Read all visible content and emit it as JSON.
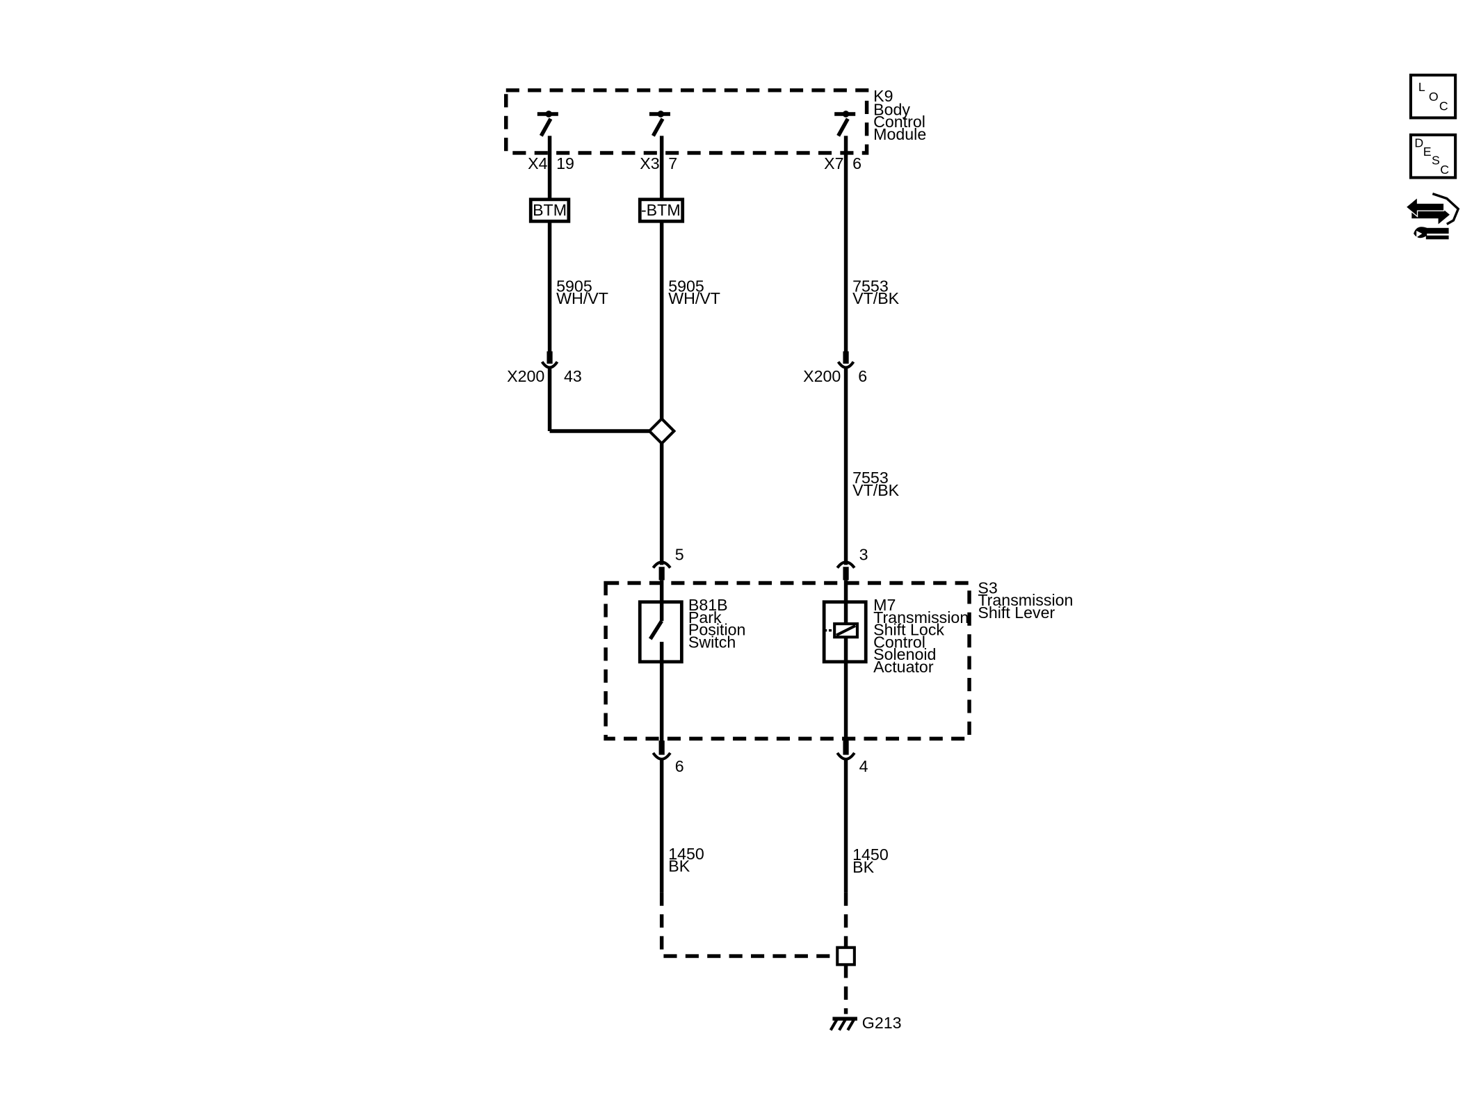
{
  "modules": {
    "k9": {
      "id": "K9",
      "name_lines": [
        "Body",
        "Control",
        "Module"
      ]
    },
    "s3": {
      "id": "S3",
      "name_lines": [
        "Transmission",
        "Shift Lever"
      ]
    }
  },
  "connectors": {
    "k9_x4": {
      "id": "X4",
      "pin": "19"
    },
    "k9_x3": {
      "id": "X3",
      "pin": "7"
    },
    "k9_x7": {
      "id": "X7",
      "pin": "6"
    },
    "x200_a": {
      "id": "X200",
      "pin": "43"
    },
    "x200_b": {
      "id": "X200",
      "pin": "6"
    },
    "s3_pin5": "5",
    "s3_pin3": "3",
    "s3_pin6": "6",
    "s3_pin4": "4"
  },
  "tags": {
    "btm": "BTM",
    "neg_btm": "-BTM"
  },
  "wires": {
    "w5905_a": {
      "circuit": "5905",
      "color": "WH/VT"
    },
    "w5905_b": {
      "circuit": "5905",
      "color": "WH/VT"
    },
    "w7553_a": {
      "circuit": "7553",
      "color": "VT/BK"
    },
    "w7553_b": {
      "circuit": "7553",
      "color": "VT/BK"
    },
    "w1450_a": {
      "circuit": "1450",
      "color": "BK"
    },
    "w1450_b": {
      "circuit": "1450",
      "color": "BK"
    }
  },
  "components": {
    "b81b": {
      "id": "B81B",
      "name_lines": [
        "Park",
        "Position",
        "Switch"
      ]
    },
    "m7": {
      "id": "M7",
      "name_lines": [
        "Transmission",
        "Shift Lock",
        "Control",
        "Solenoid",
        "Actuator"
      ]
    }
  },
  "ground": {
    "id": "G213"
  },
  "side_buttons": {
    "loc": [
      "L",
      "O",
      "C"
    ],
    "desc": [
      "D",
      "E",
      "S",
      "C"
    ],
    "icons": [
      "navigation-arrows-icon",
      "wrench-icon"
    ]
  }
}
